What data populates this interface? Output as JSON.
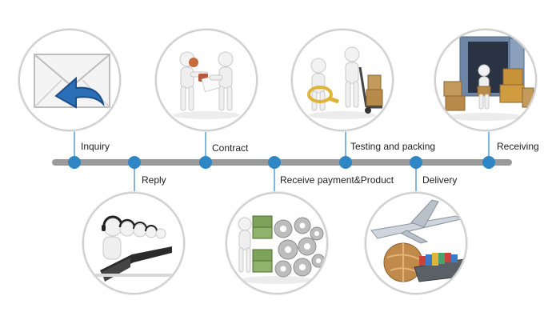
{
  "steps": [
    {
      "label": "Inquiry",
      "icon": "envelope-reply-icon"
    },
    {
      "label": "Reply",
      "icon": "call-center-icon"
    },
    {
      "label": "Contract",
      "icon": "handshake-stamp-icon"
    },
    {
      "label": "Receive payment&Product",
      "icon": "money-gears-icon"
    },
    {
      "label": "Testing and packing",
      "icon": "magnifier-cart-icon"
    },
    {
      "label": "Delivery",
      "icon": "plane-ship-globe-icon"
    },
    {
      "label": "Receiving",
      "icon": "container-boxes-icon"
    }
  ],
  "colors": {
    "timeline": "#9a9a9a",
    "node": "#2f86c4",
    "circle_border": "#cfcfcf",
    "accent_blue": "#2b6fb8",
    "gold": "#e0b43a",
    "brown": "#b88a4a"
  }
}
